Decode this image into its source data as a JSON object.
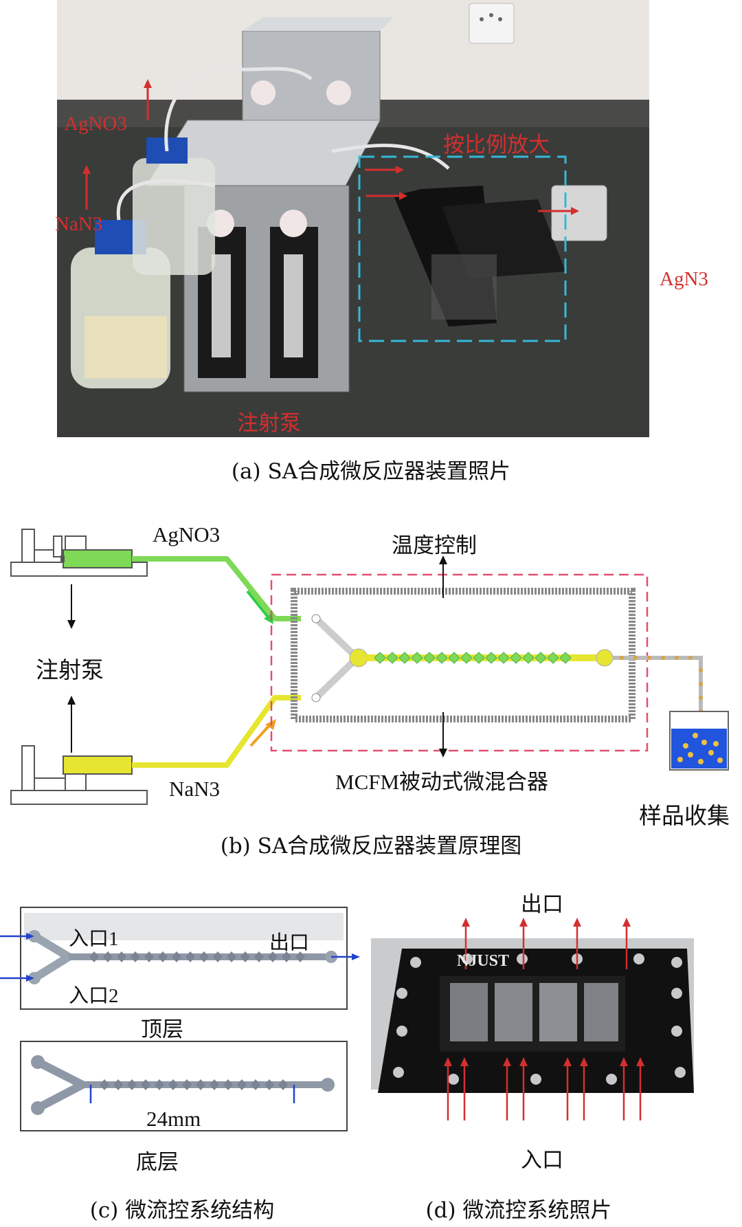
{
  "panel_a": {
    "labels": {
      "agno3": "AgNO3",
      "nan3": "NaN3",
      "agn3": "AgN3",
      "scale_up": "按比例放大",
      "pump": "注射泵"
    },
    "caption": "(a) SA合成微反应器装置照片"
  },
  "panel_b": {
    "labels": {
      "agno3": "AgNO3",
      "nan3": "NaN3",
      "temp": "温度控制",
      "pump": "注射泵",
      "mixer": "MCFM被动式微混合器",
      "collect": "样品收集"
    },
    "caption": "(b) SA合成微反应器装置原理图",
    "colors": {
      "green": "#7ed957",
      "yellow": "#e6e632",
      "frame": "#e0506e",
      "arrow_green": "#2ecc40",
      "arrow_orange": "#f0a020",
      "beaker": "#2255dd"
    }
  },
  "panel_c": {
    "top_label": "顶层",
    "bottom_label": "底层",
    "inlet1": "入口1",
    "inlet2": "入口2",
    "outlet": "出口",
    "length": "24mm",
    "caption": "(c) 微流控系统结构"
  },
  "panel_d": {
    "outlet": "出口",
    "inlet": "入口",
    "brand": "NJUST",
    "caption": "(d) 微流控系统照片"
  }
}
